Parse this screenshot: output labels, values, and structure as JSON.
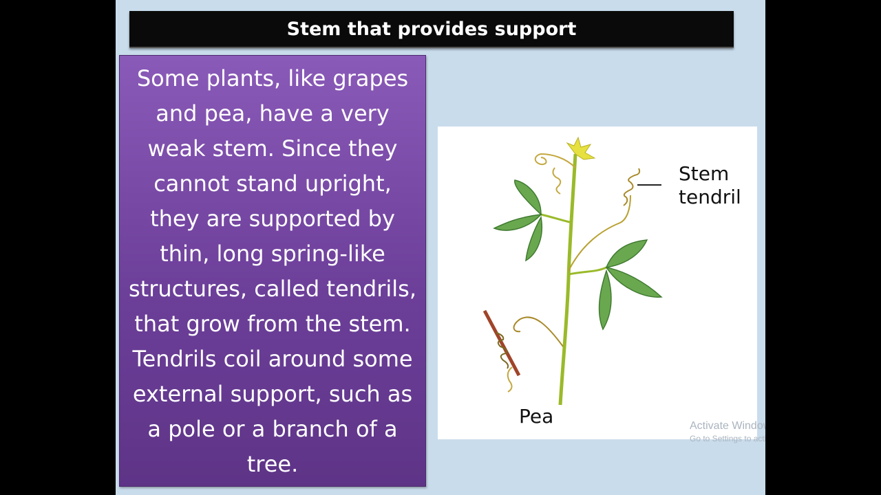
{
  "slide": {
    "title": "Stem that provides support",
    "body_text": "Some plants, like grapes and pea, have a very weak stem. Since they cannot stand upright, they are supported by thin, long spring-like structures, called tendrils, that grow from the stem. Tendrils coil around some external support, such as a pole or a branch of a tree.",
    "figure": {
      "label_stem_line1": "Stem",
      "label_stem_line2": "tendril",
      "label_plant": "Pea"
    }
  },
  "watermark": {
    "line1": "Activate Windows",
    "line2": "Go to Settings to activate Windows."
  },
  "colors": {
    "background": "#c9dcec",
    "title_bar": "#0a0a0a",
    "text_box": "#7a4aaa",
    "stem": "#9aba2a",
    "leaf": "#6aa84f"
  }
}
